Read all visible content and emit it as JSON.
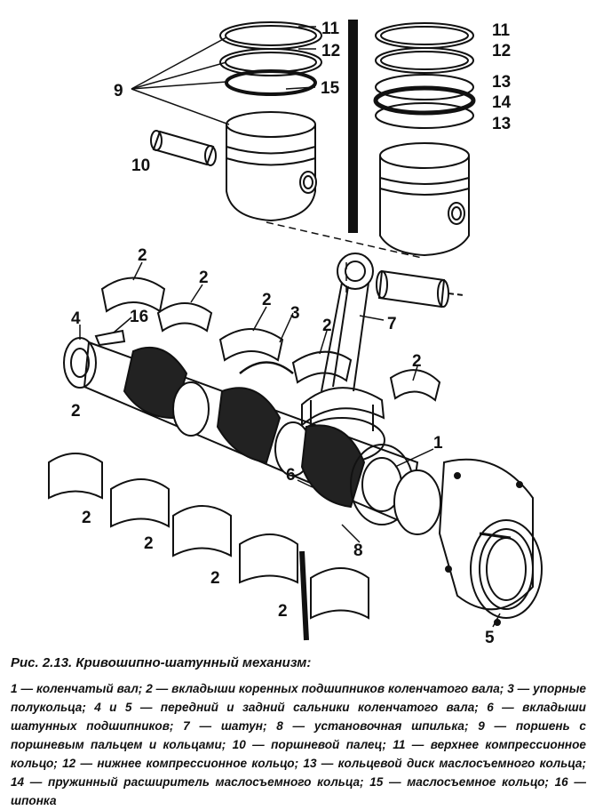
{
  "figure": {
    "labels": {
      "l1": "1",
      "l2": "2",
      "l3": "3",
      "l4": "4",
      "l5": "5",
      "l6": "6",
      "l7": "7",
      "l8": "8",
      "l9": "9",
      "l10": "10",
      "l11": "11",
      "l12": "12",
      "l13": "13",
      "l14": "14",
      "l15": "15",
      "l16": "16"
    }
  },
  "caption": {
    "title": "Рис. 2.13. Кривошипно-шатунный механизм:",
    "legend": "1 — коленчатый вал; 2 — вкладыши коренных подшипников коленчатого вала; 3 — упорные полукольца; 4 и 5 — передний и задний сальники коленчатого вала; 6 — вкладыши шатунных подшипников; 7 — шатун; 8 — установочная шпилька; 9 — поршень с поршневым пальцем и кольцами; 10 — поршневой палец; 11 — верхнее компрессионное кольцо; 12 — нижнее компрессионное кольцо; 13 — кольцевой диск маслосъемного кольца; 14 — пружинный расширитель маслосъемного кольца; 15 — маслосъемное кольцо; 16 — шпонка"
  }
}
